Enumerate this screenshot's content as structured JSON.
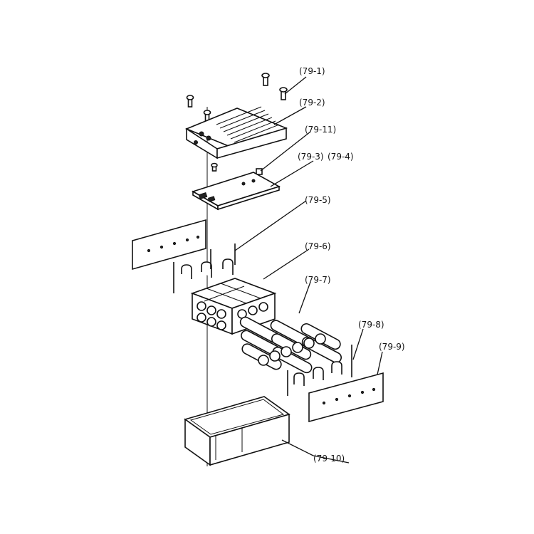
{
  "labels": {
    "p1": "(79-1)",
    "p2": "(79-2)",
    "p11": "(79-11)",
    "p3": "(79-3)",
    "p4": "(79-4)",
    "p5": "(79-5)",
    "p6": "(79-6)",
    "p7": "(79-7)",
    "p8": "(79-8)",
    "p9": "(79-9)",
    "p10": "(79-10)"
  },
  "colors": {
    "line": "#111111",
    "background": "#ffffff"
  }
}
